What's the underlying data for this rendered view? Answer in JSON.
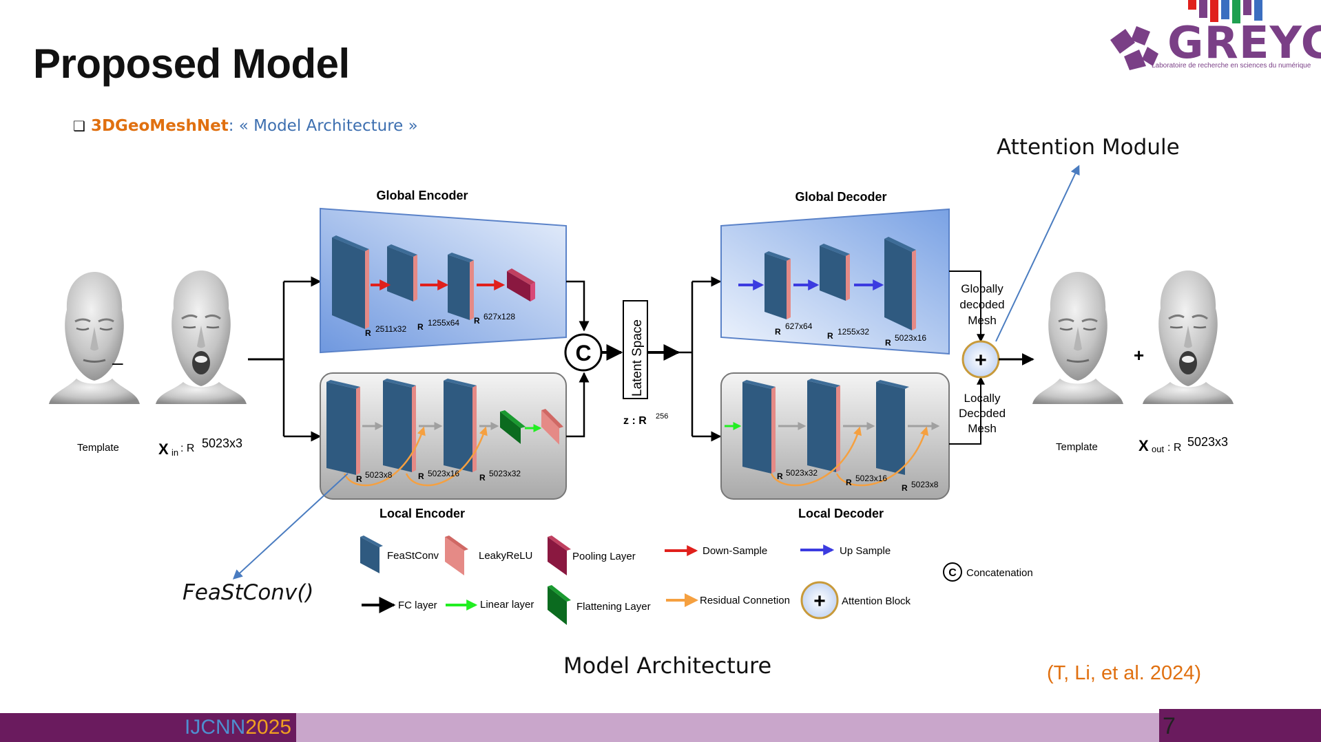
{
  "slide": {
    "title": "Proposed Model",
    "subtitle_brand": "3DGeoMeshNet",
    "subtitle_rest": ": « Model Architecture »",
    "bullet": "❑",
    "logo_text": "GREYC",
    "logo_sub": "Laboratoire de recherche en sciences du numérique",
    "caption": "Model Architecture",
    "citation": "(T, Li, et al. 2024)",
    "conference_a": "IJCNN",
    "conference_b": "2025",
    "page_number": "7",
    "attention_label": "Attention Module",
    "feastconv_label": "FeaStConv()"
  },
  "diagram": {
    "global_encoder": "Global Encoder",
    "local_encoder": "Local Encoder",
    "global_decoder": "Global Decoder",
    "local_decoder": "Local Decoder",
    "latent_space": "Latent Space",
    "z_label": "z : R",
    "z_dim": "256",
    "concat_symbol": "C",
    "plus_symbol": "+",
    "minus_symbol": "–",
    "template_label": "Template",
    "xin_label": "X",
    "xin_sub": "in",
    "xout_sub": "out",
    "x_dims": " : R",
    "x_exp": "5023x3",
    "globally_decoded": [
      "Globally",
      "decoded",
      "Mesh"
    ],
    "locally_decoded": [
      "Locally",
      "Decoded",
      "Mesh"
    ],
    "r": "R",
    "ge_dims": [
      "2511x32",
      "1255x64",
      "627x128"
    ],
    "le_dims": [
      "5023x8",
      "5023x16",
      "5023x32"
    ],
    "gd_dims": [
      "627x64",
      "1255x32",
      "5023x16"
    ],
    "ld_dims": [
      "5023x32",
      "5023x16",
      "5023x8"
    ]
  },
  "legend": {
    "feastconv": "FeaStConv",
    "leakyrelu": "LeakyReLU",
    "pooling": "Pooling Layer",
    "downsample": "Down-Sample",
    "upsample": "Up Sample",
    "concatenation": "Concatenation",
    "fc": "FC layer",
    "linear": "Linear layer",
    "flatten": "Flattening Layer",
    "residual": "Residual Connetion",
    "attention": "Attention Block"
  },
  "colors": {
    "brand_orange": "#e07010",
    "link_blue": "#3d6fb0",
    "purple": "#6a1b5e",
    "block_blue": "#2f5a80",
    "relu_red": "#e58a86",
    "down_red": "#e0201c",
    "up_blue": "#3b3be0",
    "linear_green": "#22ee22",
    "residual_orange": "#f5a040"
  }
}
